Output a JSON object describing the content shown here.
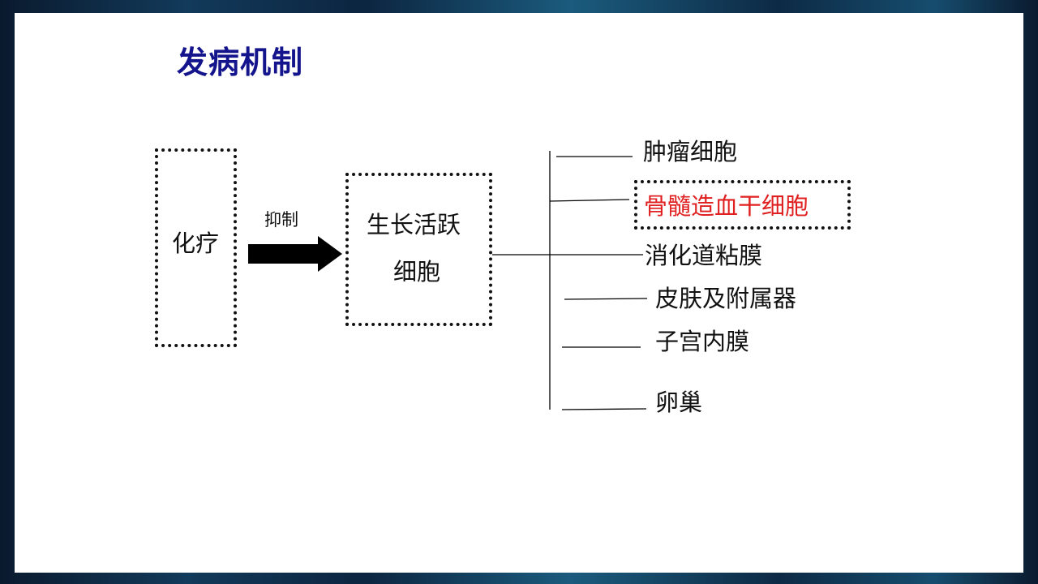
{
  "title": "发病机制",
  "diagram": {
    "cause": "化疗",
    "arrow_label": "抑制",
    "target_line1": "生长活跃",
    "target_line2": "细胞",
    "affected": [
      "肿瘤细胞",
      "骨髓造血干细胞",
      "消化道粘膜",
      "皮肤及附属器",
      "子宫内膜",
      "卵巢"
    ],
    "highlight_color": "#e02020",
    "title_color": "#14148c"
  }
}
